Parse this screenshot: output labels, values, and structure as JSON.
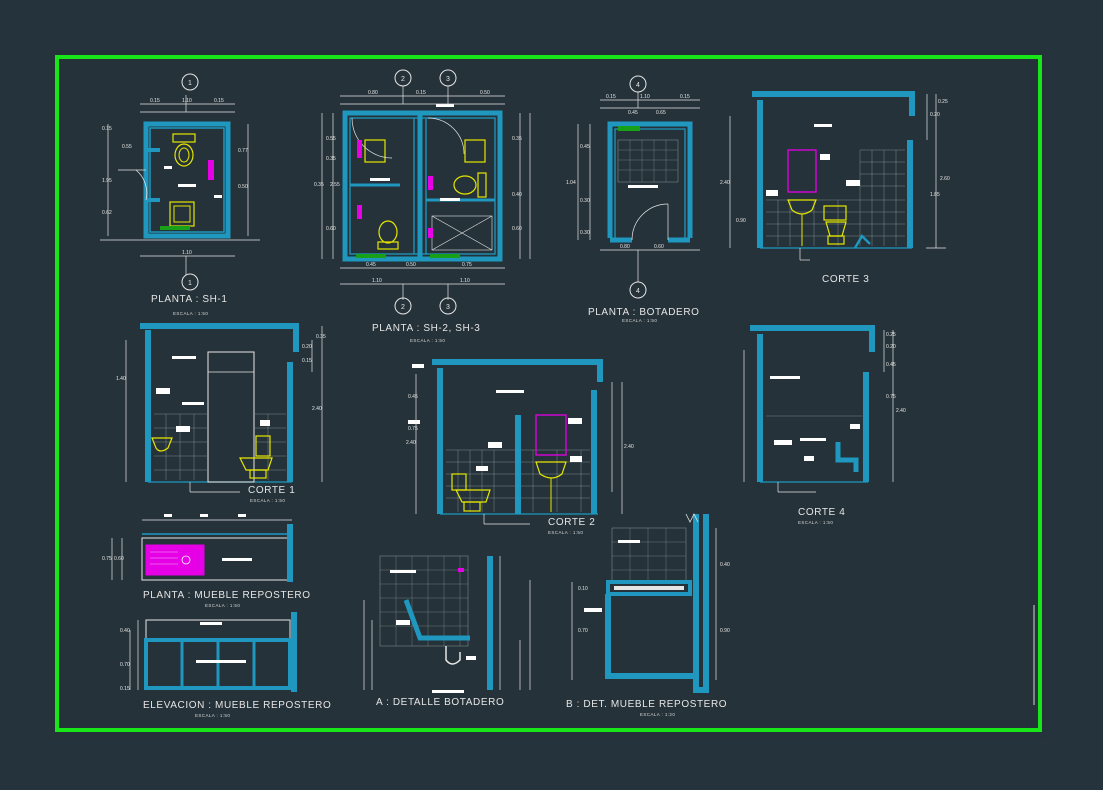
{
  "colors": {
    "background": "#25343c",
    "border": "#19e619",
    "wall": "#1f97bf",
    "dimension": "#e6e6e6",
    "fixture": "#e6e600",
    "cabinet": "#e600e6",
    "text": "#e6e6e6",
    "page_frame": "#2a3a44"
  },
  "icons": [
    "toilet-icon",
    "sink-icon",
    "shower-icon",
    "axis-marker-icon"
  ],
  "drawings": [
    {
      "id": "planta-sh1",
      "title": "PLANTA : SH-1",
      "scale": "ESCALA : 1:50"
    },
    {
      "id": "planta-sh2-sh3",
      "title": "PLANTA : SH-2, SH-3",
      "scale": "ESCALA : 1:50"
    },
    {
      "id": "planta-botadero",
      "title": "PLANTA : BOTADERO",
      "scale": "ESCALA : 1:50"
    },
    {
      "id": "corte-3",
      "title": "CORTE 3",
      "scale": "ESCALA : 1:50"
    },
    {
      "id": "corte-1",
      "title": "CORTE 1",
      "scale": "ESCALA : 1:50"
    },
    {
      "id": "corte-2",
      "title": "CORTE 2",
      "scale": "ESCALA : 1:50"
    },
    {
      "id": "corte-4",
      "title": "CORTE 4",
      "scale": "ESCALA : 1:50"
    },
    {
      "id": "planta-mueble",
      "title": "PLANTA : MUEBLE REPOSTERO",
      "scale": "ESCALA : 1:50"
    },
    {
      "id": "elevacion-mueble",
      "title": "ELEVACION : MUEBLE REPOSTERO",
      "scale": "ESCALA : 1:50"
    },
    {
      "id": "detalle-botadero",
      "title": "A : DETALLE BOTADERO",
      "scale": ""
    },
    {
      "id": "det-mueble",
      "title": "B : DET. MUEBLE REPOSTERO",
      "scale": "ESCALA : 1:20"
    }
  ],
  "axis_markers": [
    "1",
    "1",
    "2",
    "3",
    "2",
    "3",
    "4",
    "4"
  ],
  "dimensions": {
    "sh1_top": [
      "0.15",
      "1.10",
      "0.15"
    ],
    "sh1_side": [
      "0.55",
      "1.95",
      "0.15",
      "0.62",
      "0.77",
      "0.50"
    ],
    "sh1_bottom": [
      "1.10"
    ],
    "sh2_top": [
      "0.80",
      "0.15",
      "0.50"
    ],
    "sh2_side": [
      "0.55",
      "0.35",
      "0.35",
      "2.55",
      "0.60",
      "0.35",
      "0.40",
      "0.60"
    ],
    "sh2_bottom": [
      "0.45",
      "0.50",
      "0.75",
      "1.10",
      "1.10"
    ],
    "bot_top": [
      "0.15",
      "1.10",
      "0.15",
      "0.45",
      "0.65"
    ],
    "bot_side": [
      "0.45",
      "1.04",
      "0.30",
      "0.30"
    ],
    "bot_bottom": [
      "0.80",
      "0.60"
    ],
    "c3_side": [
      "0.25",
      "0.20",
      "2.40",
      "2.60",
      "1.85",
      "0.90"
    ],
    "c1_side": [
      "0.35",
      "0.20",
      "0.15",
      "1.40",
      "2.40"
    ],
    "c2_side": [
      "0.45",
      "0.75",
      "2.40",
      "2.40"
    ],
    "c4_side": [
      "0.25",
      "0.20",
      "0.45",
      "0.75",
      "2.40"
    ],
    "mueble_side": [
      "0.75",
      "0.60"
    ],
    "elev_side": [
      "0.40",
      "0.70",
      "0.15"
    ],
    "det_side": [
      "0.10",
      "0.70",
      "0.40",
      "0.90"
    ]
  }
}
